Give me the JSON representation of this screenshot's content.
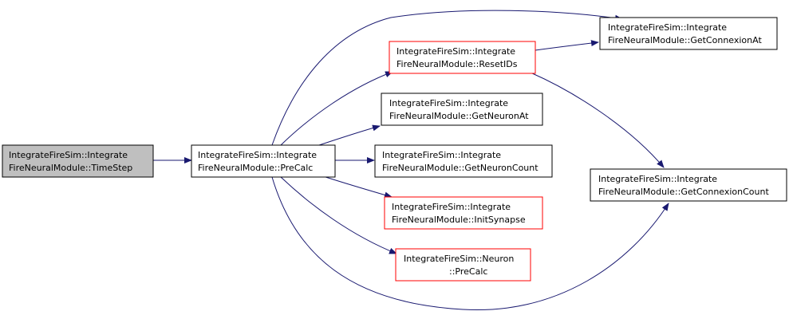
{
  "colors": {
    "edge": "#191970",
    "border_normal": "#000000",
    "border_highlight": "#ff0000",
    "fill_current": "#bfbfbf",
    "fill_normal": "#ffffff"
  },
  "nodes": {
    "timestep": {
      "line1": "IntegrateFireSim::Integrate",
      "line2": "FireNeuralModule::TimeStep",
      "style": "current"
    },
    "precalc": {
      "line1": "IntegrateFireSim::Integrate",
      "line2": "FireNeuralModule::PreCalc",
      "style": "normal"
    },
    "resetids": {
      "line1": "IntegrateFireSim::Integrate",
      "line2": "FireNeuralModule::ResetIDs",
      "style": "highlight"
    },
    "getneuronat": {
      "line1": "IntegrateFireSim::Integrate",
      "line2": "FireNeuralModule::GetNeuronAt",
      "style": "normal"
    },
    "getneuroncount": {
      "line1": "IntegrateFireSim::Integrate",
      "line2": "FireNeuralModule::GetNeuronCount",
      "style": "normal"
    },
    "initsynapse": {
      "line1": "IntegrateFireSim::Integrate",
      "line2": "FireNeuralModule::InitSynapse",
      "style": "highlight"
    },
    "neuronprecalc": {
      "line1": "IntegrateFireSim::Neuron",
      "line2": "::PreCalc",
      "style": "highlight"
    },
    "getconnexionat": {
      "line1": "IntegrateFireSim::Integrate",
      "line2": "FireNeuralModule::GetConnexionAt",
      "style": "normal"
    },
    "getconnexioncount": {
      "line1": "IntegrateFireSim::Integrate",
      "line2": "FireNeuralModule::GetConnexionCount",
      "style": "normal"
    }
  },
  "edges": [
    {
      "from": "timestep",
      "to": "precalc"
    },
    {
      "from": "precalc",
      "to": "resetids"
    },
    {
      "from": "precalc",
      "to": "getneuronat"
    },
    {
      "from": "precalc",
      "to": "getneuroncount"
    },
    {
      "from": "precalc",
      "to": "initsynapse"
    },
    {
      "from": "precalc",
      "to": "neuronprecalc"
    },
    {
      "from": "precalc",
      "to": "getconnexionat"
    },
    {
      "from": "precalc",
      "to": "getconnexioncount"
    },
    {
      "from": "resetids",
      "to": "getconnexionat"
    },
    {
      "from": "resetids",
      "to": "getconnexioncount"
    }
  ]
}
